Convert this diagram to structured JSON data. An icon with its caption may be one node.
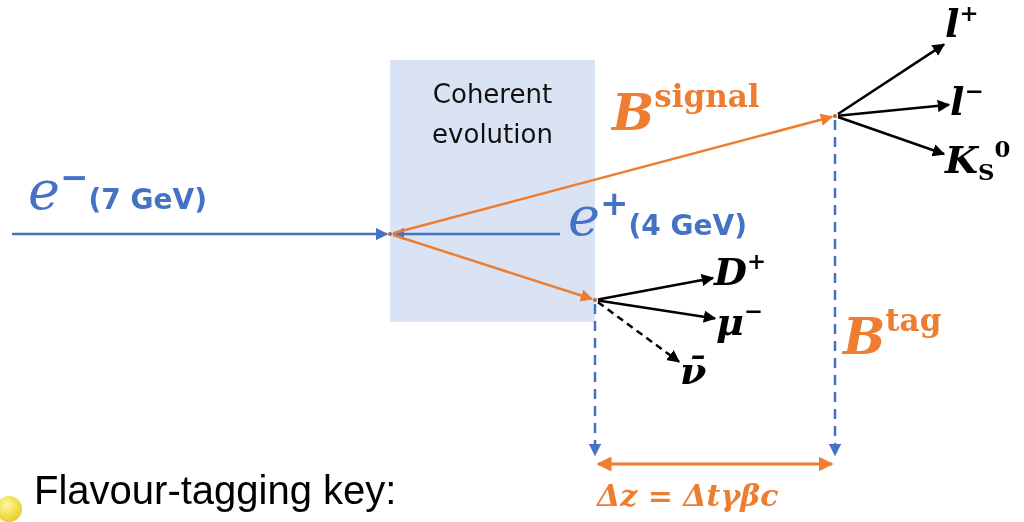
{
  "diagram": {
    "nodes": [
      {
        "text": [],
        "shape": "point"
      },
      {
        "text": [],
        "shape": "point"
      },
      {
        "text": [],
        "shape": "point"
      },
      {
        "text": [
          "*l*$^{+}$"
        ]
      },
      {
        "text": [
          "*l*$^{−}$"
        ]
      },
      {
        "text": [
          "*K*$_{S}$$^{0}$"
        ]
      },
      {
        "text": [
          "*D*$^{+}$"
        ]
      },
      {
        "text": [
          "*μ*$^{−}$"
        ]
      },
      {
        "text": [
          "ν̄"
        ]
      }
    ],
    "edges": [
      {
        "from": null,
        "to": 0,
        "arrow": "to",
        "color": "#4472c4"
      },
      {
        "from": null,
        "to": 0,
        "arrow": "to",
        "color": "#4472c4"
      },
      {
        "from": 0,
        "to": 1,
        "arrow": "to",
        "color": "#ed7d31"
      },
      {
        "from": 0,
        "to": 2,
        "arrow": "to",
        "color": "#ed7d31"
      },
      {
        "from": 1,
        "to": 3,
        "arrow": "to"
      },
      {
        "from": 1,
        "to": 4,
        "arrow": "to"
      },
      {
        "from": 1,
        "to": 5,
        "arrow": "to"
      },
      {
        "from": 2,
        "to": 6,
        "arrow": "to"
      },
      {
        "from": 2,
        "to": 7,
        "arrow": "to"
      },
      {
        "from": 2,
        "to": 8,
        "arrow": "to",
        "style": "dashed"
      }
    ],
    "labels": [
      "Coherent evolution",
      "**B**$^{signal}$",
      "*e*$^{−}$(7 GeV)",
      "*e*$^{+}$(4 GeV)",
      "**B**$^{tag}$",
      "Δz = Δtγβc",
      "Flavour-tagging key:"
    ]
  }
}
